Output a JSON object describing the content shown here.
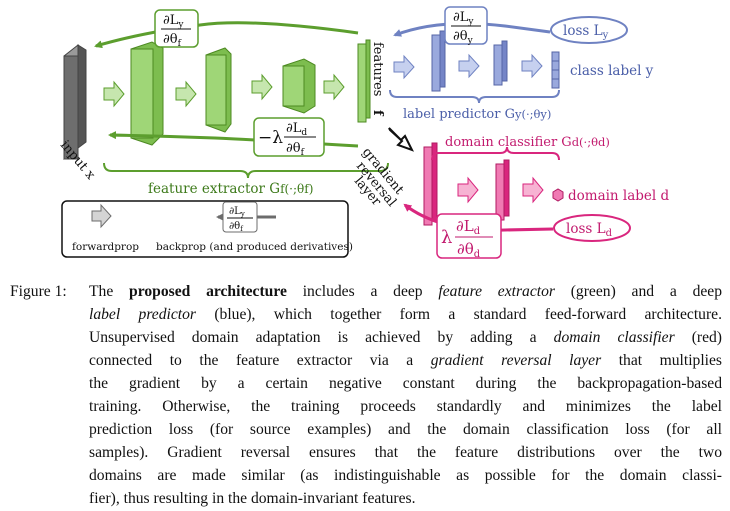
{
  "figure": {
    "input_label": "input x",
    "feature_label_1": "features",
    "feature_label_2": "f",
    "feature_extractor_label": "feature extractor G",
    "feature_extractor_args": "f(·;θf)",
    "label_predictor_label": "label predictor G",
    "label_predictor_args": "y(·;θy)",
    "domain_classifier_label": "domain classifier G",
    "domain_classifier_args": "d(·;θd)",
    "class_label": "class label y",
    "domain_label": "domain label d",
    "loss_y": "loss L",
    "loss_y_sub": "y",
    "loss_d": "loss L",
    "loss_d_sub": "d",
    "grl_label": [
      "gradient",
      "reversal",
      "layer"
    ],
    "deriv_num": "∂L",
    "deriv_y_sub": "y",
    "deriv_d_sub": "d",
    "deriv_den_y": "∂θ",
    "deriv_den_f": "∂θ",
    "deriv_den_d": "∂θ",
    "lambda": "λ",
    "neg_lambda": "−λ",
    "legend_forward": "forwardprop",
    "legend_backprop": "backprop (and produced derivatives)",
    "colors": {
      "green": "#5c9e2e",
      "green_fill": "#9fd677",
      "blue": "#6f82c2",
      "blue_fill": "#9aa9dd",
      "pink": "#d9267e",
      "pink_fill": "#f07ab3",
      "gray": "#6c6c6c"
    }
  },
  "caption": {
    "label": "Figure 1:",
    "lines": [
      [
        "The ",
        "proposed architecture",
        " includes a deep ",
        "feature extractor",
        " (green) and a deep"
      ],
      [
        "label predictor",
        " (blue), which together form a standard feed-forward architecture."
      ],
      [
        "Unsupervised domain adaptation is achieved by adding a ",
        "domain classifier",
        " (red)"
      ],
      [
        "connected to the feature extractor via a ",
        "gradient reversal layer",
        " that multiplies"
      ],
      [
        "the gradient by a certain negative constant during the backpropagation-based"
      ],
      [
        "training.  Otherwise, the training proceeds standardly and minimizes the label"
      ],
      [
        "prediction loss (for source examples) and the domain classification loss (for all"
      ],
      [
        "samples).  Gradient reversal ensures that the feature distributions over the two"
      ],
      [
        "domains are made similar (as indistinguishable as possible for the domain classi-"
      ],
      [
        "fier), thus resulting in the domain-invariant features."
      ]
    ]
  }
}
